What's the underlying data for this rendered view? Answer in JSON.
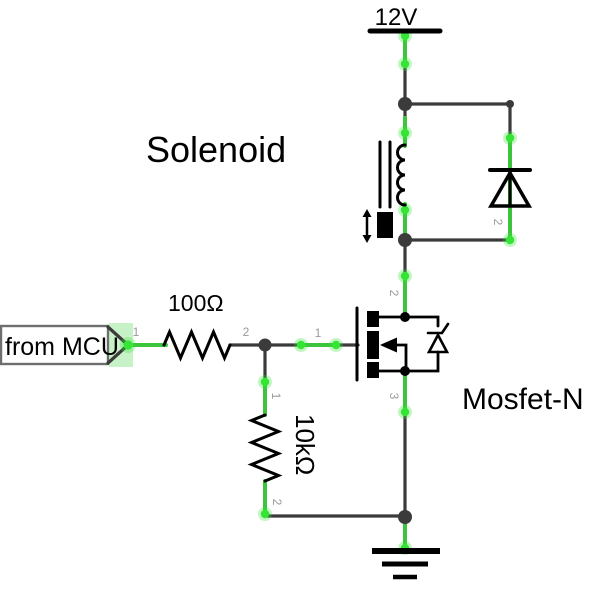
{
  "labels": {
    "power": "12V",
    "solenoid": "Solenoid",
    "mosfet": "Mosfet-N",
    "net_input": "from MCU",
    "r1_value": "100Ω",
    "r2_value": "10kΩ"
  },
  "pins": {
    "r1_1": "1",
    "r1_2": "2",
    "gate": "1",
    "drain": "2",
    "source": "3",
    "r2_1": "1",
    "r2_2": "2",
    "diode_anode": "2"
  },
  "colors": {
    "wire_green": "#3cc43c",
    "wire_green_bright": "#35e435",
    "wire_dark": "#3b3b3b",
    "component_black": "#000000",
    "pin_text": "#9a9a9a",
    "net_highlight": "#8fe48f",
    "box_border": "#6e6e6e"
  }
}
